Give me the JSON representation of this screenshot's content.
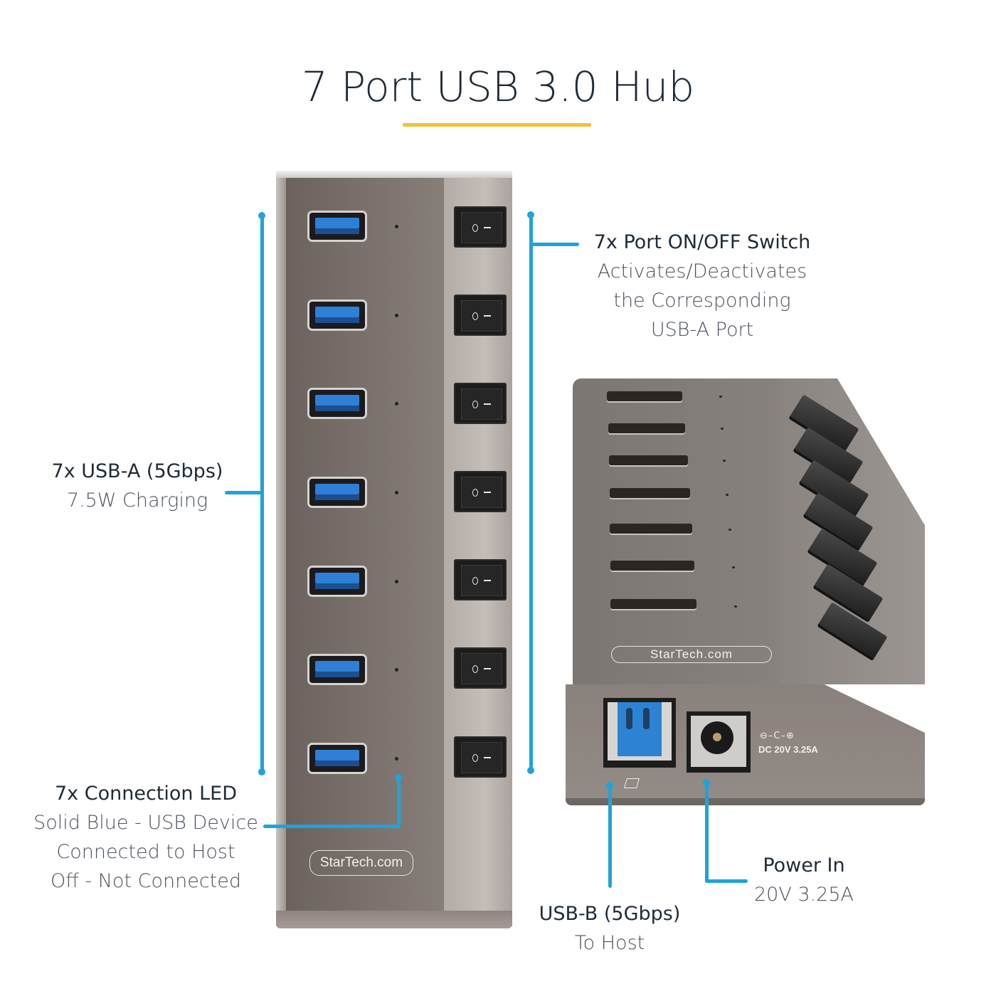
{
  "title": "7 Port USB 3.0 Hub",
  "colors": {
    "title_underline": "#f1c232",
    "callout_line": "#1fa3d8",
    "text_primary": "#1f2a36",
    "usb_blue": "#2f7fd6"
  },
  "callouts": {
    "switch": {
      "heading": "7x Port ON/OFF Switch",
      "lines": [
        "Activates/Deactivates",
        "the Corresponding",
        "USB-A Port"
      ]
    },
    "usb_a": {
      "heading": "7x USB-A (5Gbps)",
      "lines": [
        "7.5W Charging"
      ]
    },
    "led": {
      "heading": "7x Connection LED",
      "lines": [
        "Solid Blue - USB Device",
        "Connected to Host",
        "Off - Not Connected"
      ]
    },
    "usb_b": {
      "heading": "USB-B (5Gbps)",
      "lines": [
        "To Host"
      ]
    },
    "power": {
      "heading": "Power In",
      "lines": [
        "20V 3.25A"
      ]
    }
  },
  "product": {
    "brand_logo": "StarTech.com",
    "port_count": 7,
    "dc_polarity": "⊖–C–⊕",
    "dc_rating": "DC 20V 3.25A",
    "icons": [
      "usb-a-port-icon",
      "rocker-switch-icon",
      "led-indicator-icon",
      "usb-b-port-icon",
      "dc-jack-icon",
      "laptop-icon"
    ]
  }
}
